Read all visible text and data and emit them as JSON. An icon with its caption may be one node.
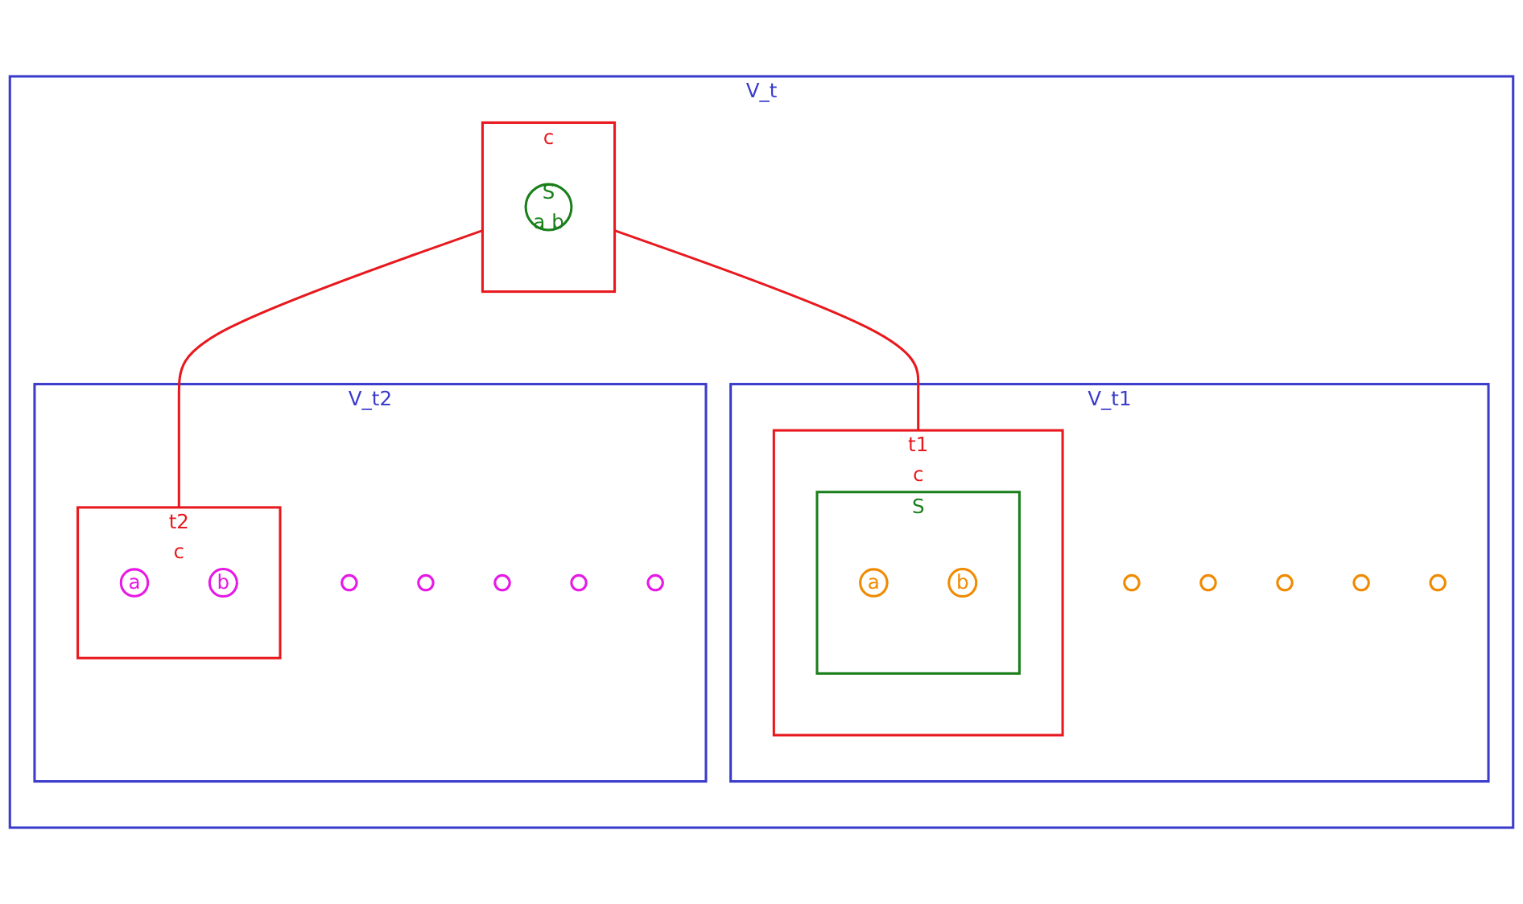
{
  "diagram": {
    "nodes": [
      {
        "text": [
          "V_t"
        ]
      },
      {
        "text": [
          "c"
        ],
        "in": 0
      },
      {
        "text": [
          "S",
          "a b"
        ],
        "in": 1
      },
      {
        "text": [
          "V_t1"
        ],
        "in": 0
      },
      {
        "text": [
          "t1",
          "c"
        ],
        "in": 3
      },
      {
        "text": [
          "S"
        ],
        "in": 4
      },
      {
        "text": [
          "a"
        ],
        "in": 5
      },
      {
        "text": [
          "b"
        ],
        "in": 5
      },
      {
        "text": [],
        "shape": "circle",
        "in": 3
      },
      {
        "text": [],
        "shape": "circle",
        "in": 3
      },
      {
        "text": [],
        "shape": "circle",
        "in": 3
      },
      {
        "text": [],
        "shape": "circle",
        "in": 3
      },
      {
        "text": [],
        "shape": "circle",
        "in": 3
      },
      {
        "text": [
          "V_t2"
        ],
        "in": 0
      },
      {
        "text": [
          "t2",
          "c"
        ],
        "in": 13
      },
      {
        "text": [
          "a"
        ],
        "in": 14
      },
      {
        "text": [
          "b"
        ],
        "in": 14
      },
      {
        "text": [],
        "shape": "circle",
        "in": 13
      },
      {
        "text": [],
        "shape": "circle",
        "in": 13
      },
      {
        "text": [],
        "shape": "circle",
        "in": 13
      },
      {
        "text": [],
        "shape": "circle",
        "in": 13
      },
      {
        "text": [],
        "shape": "circle",
        "in": 13
      }
    ],
    "edges": [
      {
        "from": 1,
        "to": 4,
        "arrow": "none"
      },
      {
        "from": 1,
        "to": 14,
        "arrow": "none"
      }
    ]
  }
}
